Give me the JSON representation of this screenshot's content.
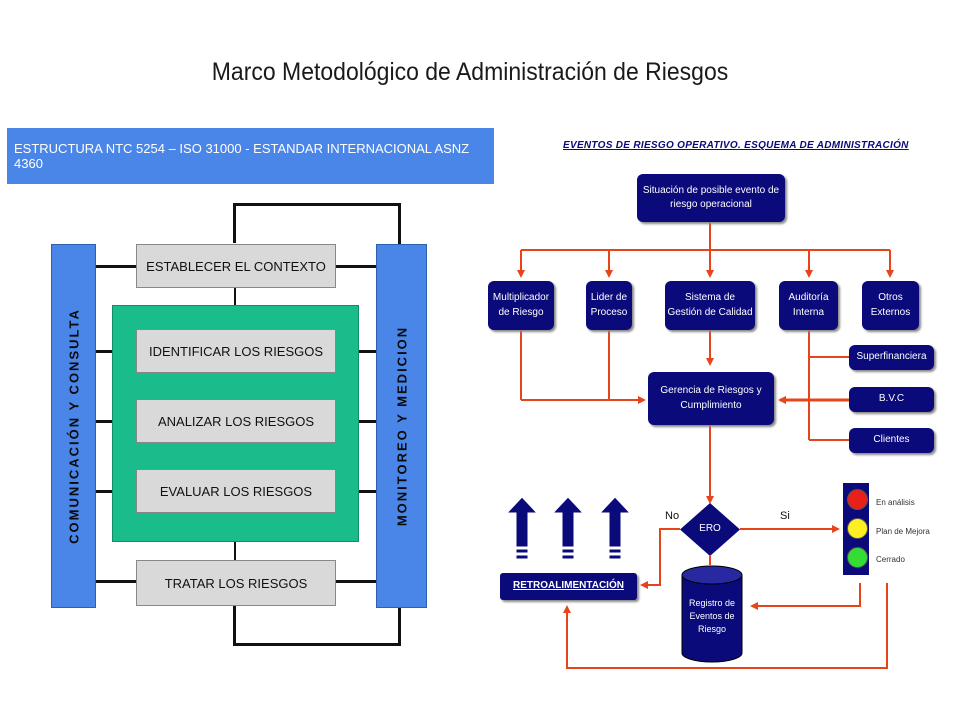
{
  "title": "Marco Metodológico de Administración de Riesgos",
  "left": {
    "banner": "ESTRUCTURA NTC 5254 – ISO 31000 - ESTANDAR INTERNACIONAL ASNZ 4360",
    "left_bar": "COMUNICACIÓN Y CONSULTA",
    "right_bar": "MONITOREO Y MEDICION",
    "steps": [
      "ESTABLECER EL CONTEXTO",
      "IDENTIFICAR LOS RIESGOS",
      "ANALIZAR LOS RIESGOS",
      "EVALUAR LOS RIESGOS",
      "TRATAR LOS RIESGOS"
    ],
    "colors": {
      "blue": "#4a86e8",
      "green": "#1abc8c",
      "gray": "#d9d9d9"
    }
  },
  "right": {
    "subtitle": "EVENTOS DE RIESGO OPERATIVO. ESQUEMA DE ADMINISTRACIÓN",
    "top_box": "Situación de posible evento de riesgo operacional",
    "sources": [
      "Multiplicador de Riesgo",
      "Lider de Proceso",
      "Sistema de Gestión de Calidad",
      "Auditoría Interna",
      "Otros Externos"
    ],
    "externals": [
      "Superfinanciera",
      "B.V.C",
      "Clientes"
    ],
    "center_box": "Gerencia de Riesgos y Cumplimiento",
    "decision": "ERO",
    "no_label": "No",
    "si_label": "Si",
    "feedback": "RETROALIMENTACIÓN",
    "registry": "Registro de Eventos de Riesgo",
    "status": [
      "En análisis",
      "Plan de Mejora",
      "Cerrado"
    ],
    "colors": {
      "navy": "#0a0a7a",
      "arrow": "#e8441a",
      "red": "#e8201a",
      "yellow": "#ffee22",
      "green": "#33dd33"
    }
  }
}
